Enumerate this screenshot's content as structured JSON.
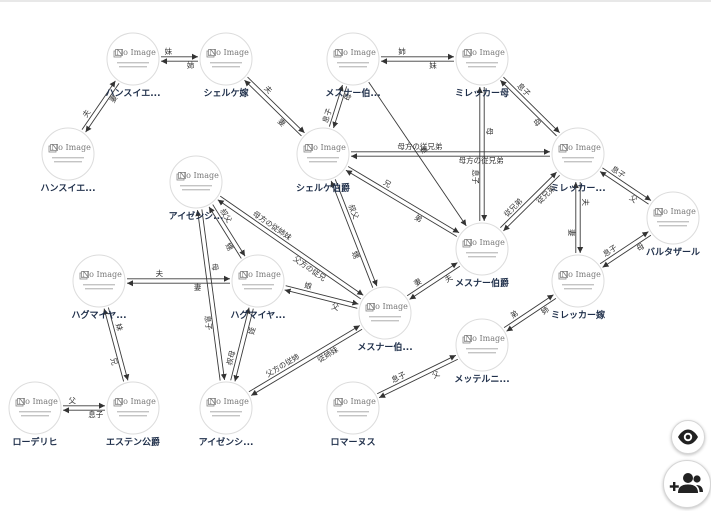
{
  "no_image_label": "No Image",
  "nodes": [
    {
      "id": "n1",
      "name": "ハンスイエ..."
    },
    {
      "id": "n2",
      "name": "シェルケ嫁"
    },
    {
      "id": "n3",
      "name": "メスナー伯..."
    },
    {
      "id": "n4",
      "name": "ミレッカー母"
    },
    {
      "id": "n5",
      "name": "ハンスイエ..."
    },
    {
      "id": "n6",
      "name": "シェルケ伯爵"
    },
    {
      "id": "n7",
      "name": "ミレッカー..."
    },
    {
      "id": "n8",
      "name": "アイゼンシ..."
    },
    {
      "id": "n9",
      "name": "バルタザール"
    },
    {
      "id": "n10",
      "name": "メスナー伯爵"
    },
    {
      "id": "n11",
      "name": "ハグマイヤ..."
    },
    {
      "id": "n12",
      "name": "ハグマイヤ..."
    },
    {
      "id": "n13",
      "name": "ミレッカー嫁"
    },
    {
      "id": "n14",
      "name": "メスナー伯..."
    },
    {
      "id": "n15",
      "name": "メッテルニ..."
    },
    {
      "id": "n16",
      "name": "ローデリヒ"
    },
    {
      "id": "n17",
      "name": "エステン公爵"
    },
    {
      "id": "n18",
      "name": "アイゼンシ..."
    },
    {
      "id": "n19",
      "name": "ロマーヌス"
    }
  ],
  "edges": [
    {
      "from": "n1",
      "to": "n2",
      "labels": [
        "妹",
        "姉"
      ]
    },
    {
      "from": "n3",
      "to": "n4",
      "labels": [
        "姉",
        "妹"
      ]
    },
    {
      "from": "n1",
      "to": "n5",
      "labels": [
        "妻",
        "夫"
      ]
    },
    {
      "from": "n2",
      "to": "n6",
      "labels": [
        "夫",
        "妻"
      ]
    },
    {
      "from": "n3",
      "to": "n6",
      "labels": [
        "母",
        "息子"
      ]
    },
    {
      "from": "n3",
      "to": "n10",
      "labels": [
        "妻"
      ]
    },
    {
      "from": "n4",
      "to": "n7",
      "labels": [
        "息子",
        "母"
      ]
    },
    {
      "from": "n4",
      "to": "n10",
      "labels": [
        "母",
        "息子"
      ]
    },
    {
      "from": "n6",
      "to": "n7",
      "labels": [
        "母方の従兄弟",
        "母方の従兄弟"
      ]
    },
    {
      "from": "n6",
      "to": "n10",
      "labels": [
        "兄",
        "弟"
      ]
    },
    {
      "from": "n6",
      "to": "n14",
      "labels": [
        "叔父",
        "甥"
      ]
    },
    {
      "from": "n7",
      "to": "n9",
      "labels": [
        "息子",
        "父"
      ]
    },
    {
      "from": "n7",
      "to": "n10",
      "labels": [
        "従兄弟",
        "従兄弟"
      ]
    },
    {
      "from": "n7",
      "to": "n13",
      "labels": [
        "夫",
        "妻"
      ]
    },
    {
      "from": "n13",
      "to": "n9",
      "labels": [
        "息子",
        "母"
      ]
    },
    {
      "from": "n8",
      "to": "n12",
      "labels": [
        "叔父",
        "甥"
      ]
    },
    {
      "from": "n8",
      "to": "n14",
      "labels": [
        "母方の従姉妹",
        "父方の従兄"
      ]
    },
    {
      "from": "n8",
      "to": "n18",
      "labels": [
        "母",
        "息子"
      ]
    },
    {
      "from": "n11",
      "to": "n12",
      "labels": [
        "夫",
        "妻"
      ]
    },
    {
      "from": "n12",
      "to": "n14",
      "labels": [
        "娘",
        "父"
      ]
    },
    {
      "from": "n12",
      "to": "n18",
      "labels": [
        "姪",
        "叔母"
      ]
    },
    {
      "from": "n10",
      "to": "n14",
      "labels": [
        "夫",
        "妻"
      ]
    },
    {
      "from": "n13",
      "to": "n15",
      "labels": [
        "姉",
        "弟"
      ]
    },
    {
      "from": "n11",
      "to": "n17",
      "labels": [
        "妹",
        "兄"
      ]
    },
    {
      "from": "n16",
      "to": "n17",
      "labels": [
        "父",
        "息子"
      ]
    },
    {
      "from": "n14",
      "to": "n18",
      "labels": [
        "従姉妹",
        "父方の従姉"
      ]
    },
    {
      "from": "n15",
      "to": "n19",
      "labels": [
        "父",
        "息子"
      ]
    }
  ],
  "buttons": {
    "view_icon": "eye-icon",
    "add_person_icon": "group-add-icon"
  }
}
